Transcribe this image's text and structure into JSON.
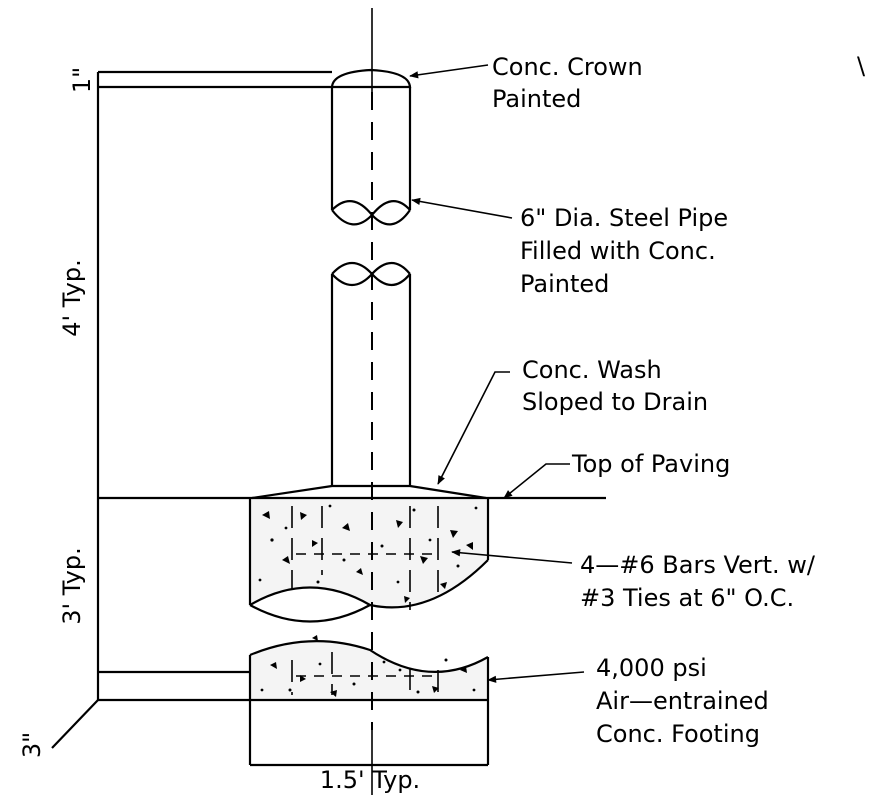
{
  "labels": {
    "crown_1": "Conc. Crown",
    "crown_2": "Painted",
    "pipe_1": "6\" Dia. Steel Pipe",
    "pipe_2": "Filled with Conc.",
    "pipe_3": "Painted",
    "wash_1": "Conc. Wash",
    "wash_2": "Sloped to Drain",
    "paving": "Top of Paving",
    "bars_1": "4—#6 Bars Vert. w/",
    "bars_2": "#3 Ties at 6\" O.C.",
    "footing_1": "4,000 psi",
    "footing_2": "Air—entrained",
    "footing_3": "Conc. Footing"
  },
  "dimensions": {
    "crown_height": "1\"",
    "above_grade": "4' Typ.",
    "below_grade": "3' Typ.",
    "footing_offset": "3\"",
    "width": "1.5' Typ."
  },
  "corner_mark": "\\"
}
